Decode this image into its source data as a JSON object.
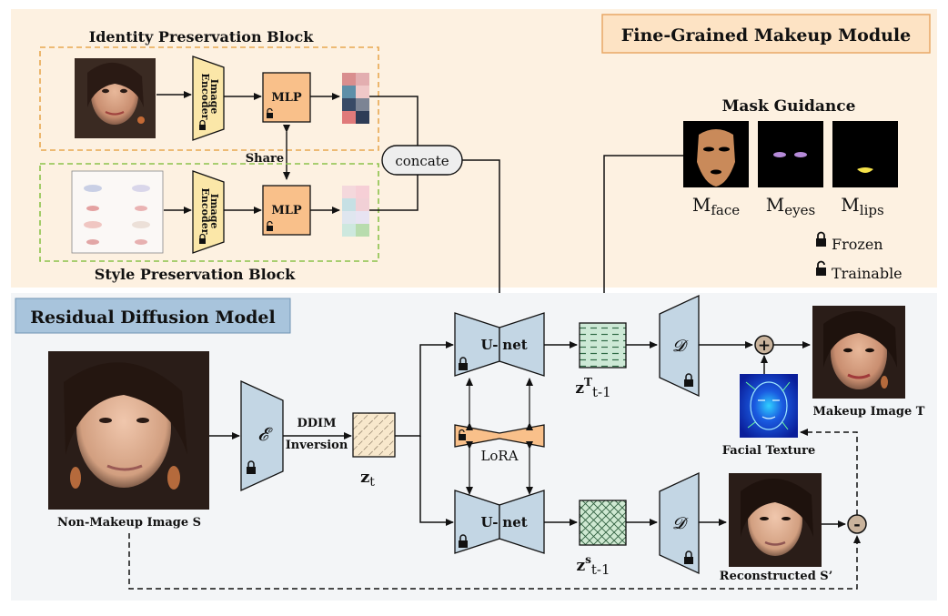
{
  "colors": {
    "top_panel_bg": "#fdf1e1",
    "bottom_panel_bg": "#f3f5f7",
    "title_box_fill": "#fde3c4",
    "title_box_stroke": "#e8a866",
    "residual_title_fill": "#a8c4dc",
    "identity_border": "#e8a850",
    "style_border": "#8cc24a",
    "encoder_fill": "#fbe7a8",
    "mlp_fill": "#f9c08a",
    "unet_fill": "#c3d6e4",
    "lora_fill": "#f9c08a",
    "zt_fill": "#f8e8cc",
    "zT_fill": "#cde9d6",
    "zS_fill": "#cfe9d2",
    "face_mask": "#c98a5a",
    "eye_mask": "#b58ad8",
    "lip_mask": "#f5e24a"
  },
  "top_panel": {
    "module_title": "Fine-Grained Makeup Module",
    "identity_block_title": "Identity Preservation Block",
    "style_block_title": "Style Preservation Block",
    "share_label": "Share",
    "image_encoder_label_1": "Image",
    "image_encoder_label_2": "Encoder",
    "mlp_label": "MLP",
    "concat_label": "concate",
    "identity_tokens": [
      "#d98e8e",
      "#e3aeb0",
      "#5e8fa8",
      "#f0c8c8",
      "#384a66",
      "#7c8494",
      "#e07a7a",
      "#2e3c56"
    ],
    "style_tokens": [
      "#f4d8dc",
      "#f6cfd6",
      "#c6e0e4",
      "#f1d0d6",
      "#dfe6ef",
      "#e7e3f2",
      "#cde8de",
      "#b8dcae"
    ],
    "mask_guidance_title": "Mask Guidance",
    "mask_labels": [
      {
        "main": "M",
        "sub": "face"
      },
      {
        "main": "M",
        "sub": "eyes"
      },
      {
        "main": "M",
        "sub": "lips"
      }
    ],
    "legend_frozen": "Frozen",
    "legend_trainable": "Trainable"
  },
  "bottom_panel": {
    "title": "Residual Diffusion Model",
    "encoder_symbol": "𝓔",
    "ddim_label_1": "DDIM",
    "ddim_label_2": "Inversion",
    "zt_label_main": "z",
    "zt_label_sub": "t",
    "unet_label_1": "U-",
    "unet_label_2": "net",
    "lora_label": "LoRA",
    "zT_label_main": "z",
    "zT_label_sup": "T",
    "zT_label_sub": "t-1",
    "zS_label_main": "z",
    "zS_label_sup": "s",
    "zS_label_sub": "t-1",
    "decoder_symbol": "𝓓",
    "plus_symbol": "+",
    "minus_symbol": "-",
    "non_makeup_caption": "Non-Makeup Image S",
    "makeup_caption": "Makeup Image T",
    "facial_texture_caption": "Facial Texture",
    "reconstructed_caption": "Reconstructed S’"
  }
}
